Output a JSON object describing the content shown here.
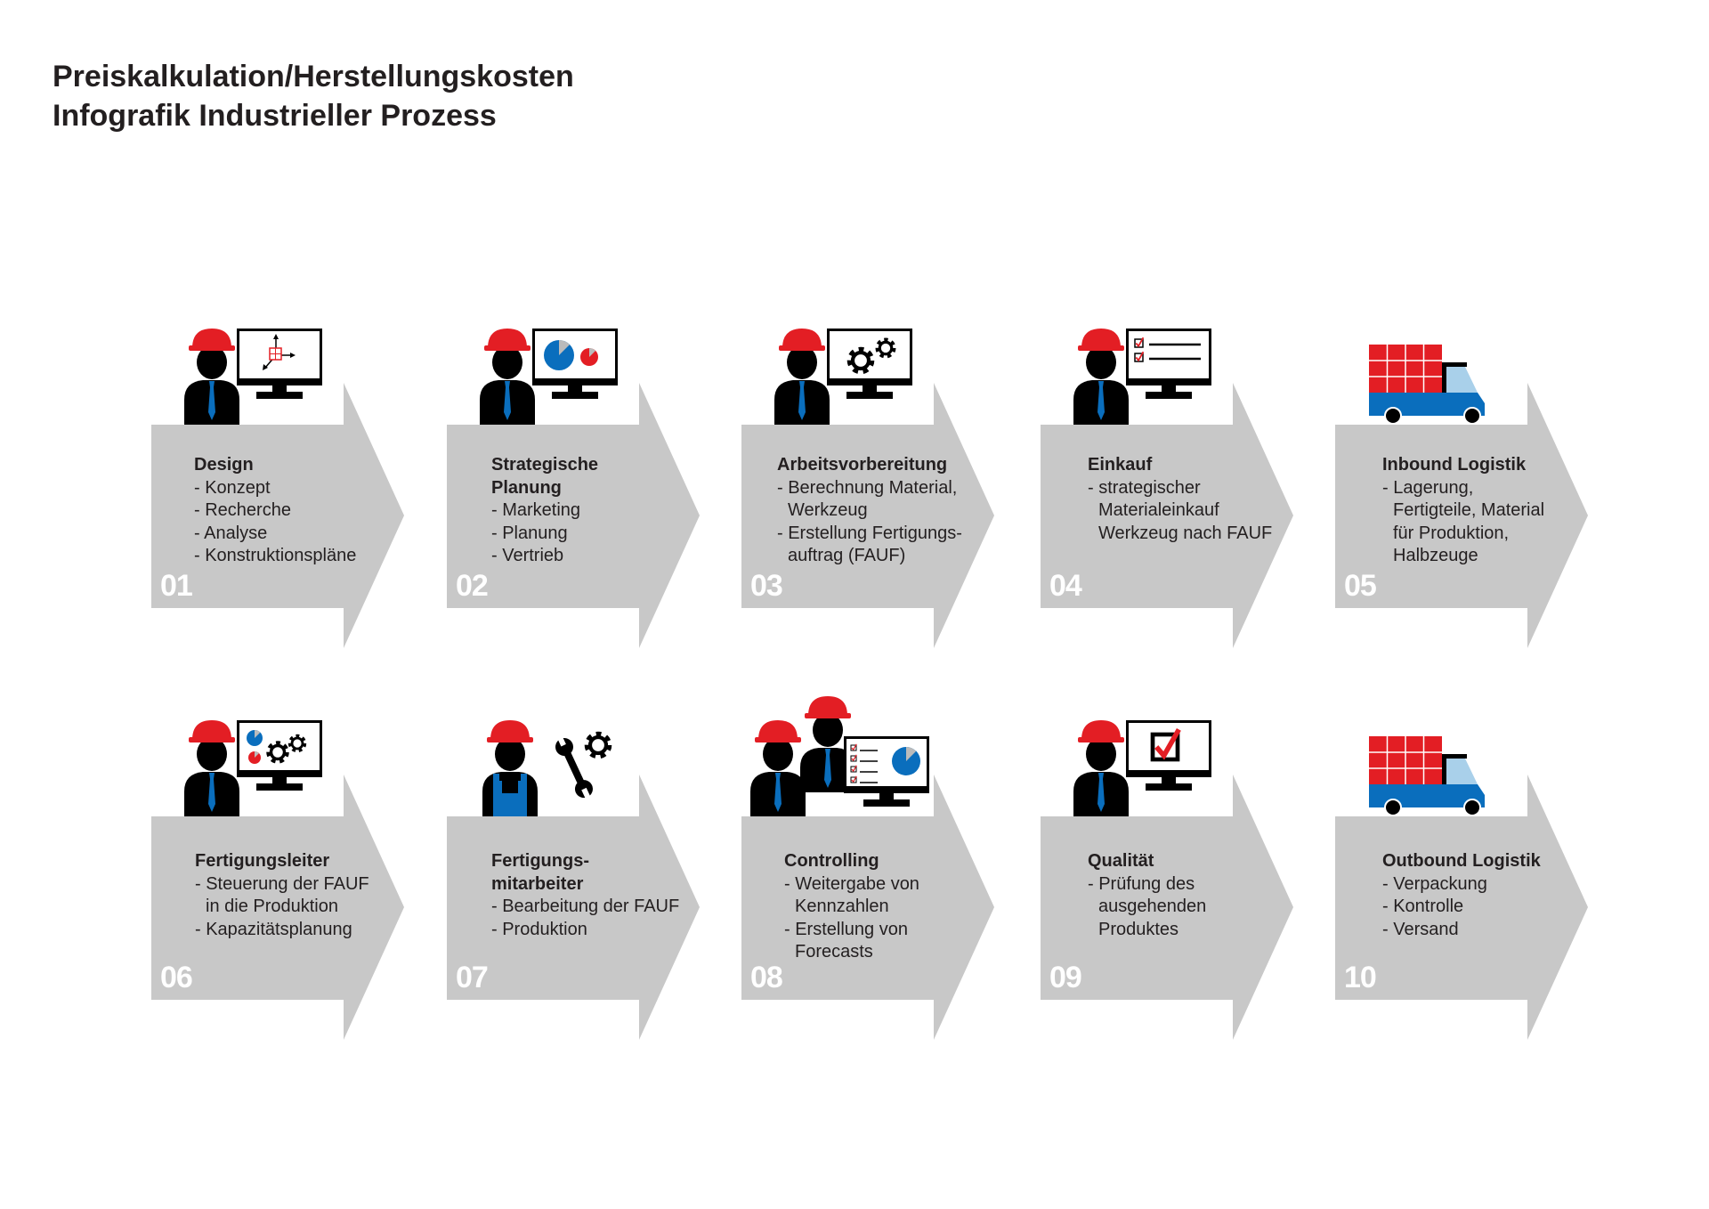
{
  "header": {
    "title_line1": "Preiskalkulation/Herstellungskosten",
    "title_line2": "Infografik Industrieller Prozess"
  },
  "colors": {
    "arrow": "#c8c8c8",
    "red": "#e31e24",
    "blue": "#0a6ebd",
    "light_blue": "#a9d0ea",
    "black": "#000000"
  },
  "steps": [
    {
      "number": "01",
      "title": "Design",
      "items": [
        "- Konzept",
        "- Recherche",
        "- Analyse",
        "- Konstruktionspläne"
      ],
      "icon": "worker-monitor-3d-cube"
    },
    {
      "number": "02",
      "title": "Strategische\nPlanung",
      "items": [
        "- Marketing",
        "- Planung",
        "- Vertrieb"
      ],
      "icon": "worker-monitor-pie-charts"
    },
    {
      "number": "03",
      "title": "Arbeitsvorbereitung",
      "items": [
        "- Berechnung Material,\nWerkzeug",
        "- Erstellung Fertigungs-\nauftrag (FAUF)"
      ],
      "icon": "worker-monitor-gears"
    },
    {
      "number": "04",
      "title": "Einkauf",
      "items": [
        "- strategischer\nMaterialeinkauf\nWerkzeug nach FAUF"
      ],
      "icon": "worker-monitor-checklist"
    },
    {
      "number": "05",
      "title": "Inbound Logistik",
      "items": [
        "- Lagerung,\nFertigteile, Material\nfür Produktion,\nHalbzeuge"
      ],
      "icon": "delivery-truck"
    },
    {
      "number": "06",
      "title": "Fertigungsleiter",
      "items": [
        "- Steuerung der FAUF\nin die Produktion",
        "- Kapazitätsplanung"
      ],
      "icon": "worker-monitor-pies-gears"
    },
    {
      "number": "07",
      "title": "Fertigungs-\nmitarbeiter",
      "items": [
        "- Bearbeitung der FAUF",
        "- Produktion"
      ],
      "icon": "mechanic-wrench-gear"
    },
    {
      "number": "08",
      "title": "Controlling",
      "items": [
        "- Weitergabe von\nKennzahlen",
        "- Erstellung von\nForecasts"
      ],
      "icon": "team-monitor-checklist-pie"
    },
    {
      "number": "09",
      "title": "Qualität",
      "items": [
        "- Prüfung des\nausgehenden\nProduktes"
      ],
      "icon": "worker-monitor-checkbox"
    },
    {
      "number": "10",
      "title": "Outbound Logistik",
      "items": [
        "- Verpackung",
        "- Kontrolle",
        "- Versand"
      ],
      "icon": "delivery-truck"
    }
  ]
}
